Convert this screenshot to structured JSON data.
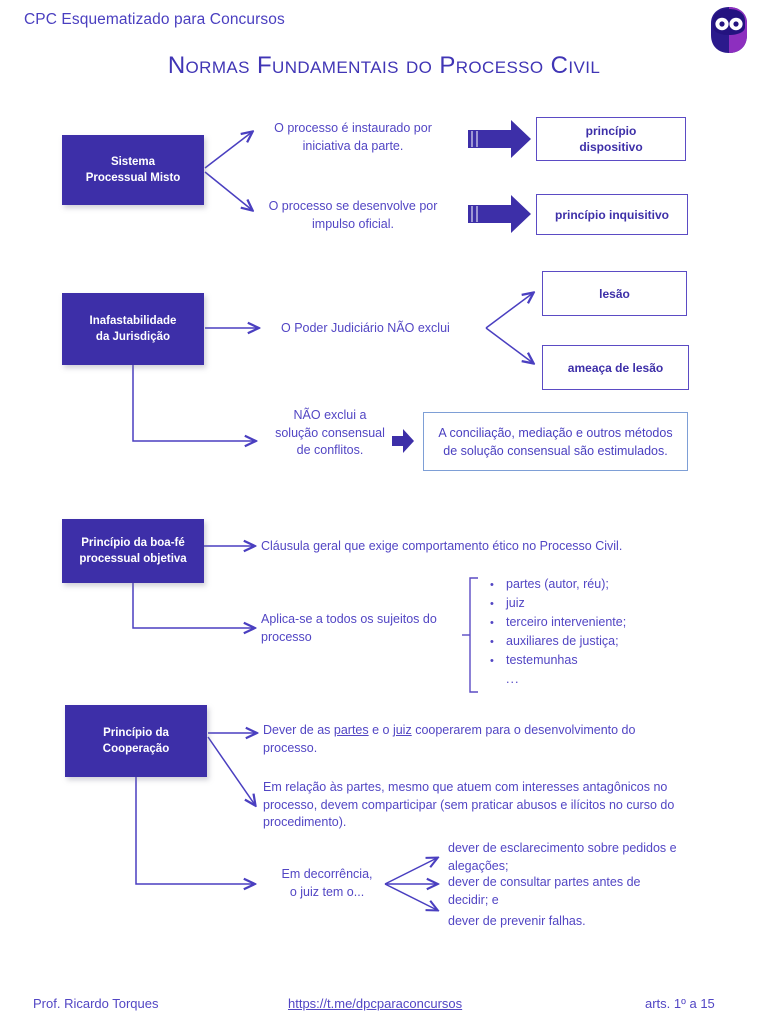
{
  "header": {
    "subtitle": "CPC Esquematizado para Concursos",
    "title": "Normas Fundamentais do Processo Civil",
    "logo_icon": "owl-logo-icon"
  },
  "colors": {
    "primary_purple": "#3d2fa8",
    "text_purple": "#5246c4",
    "box_border": "#5b4bc4",
    "light_box_border": "#7e9fd6",
    "title_purple": "#4035b5"
  },
  "sections": {
    "sistema": {
      "box_label": "Sistema\nProcessual Misto",
      "branch_top_text": "O processo é instaurado por iniciativa da parte.",
      "branch_bottom_text": "O processo se desenvolve por impulso oficial.",
      "result_top": "princípio\ndispositivo",
      "result_bottom": "princípio inquisitivo"
    },
    "inafastabilidade": {
      "box_label": "Inafastabilidade\nda Jurisdição",
      "main_text": "O Poder Judiciário NÃO exclui",
      "result_top": "lesão",
      "result_bottom": "ameaça de lesão",
      "second_text": "NÃO exclui a solução consensual de conflitos.",
      "second_result": "A conciliação, mediação e outros métodos de solução consensual são estimulados."
    },
    "boafe": {
      "box_label": "Princípio da boa-fé processual objetiva",
      "text_one": "Cláusula geral que exige comportamento ético no Processo Civil.",
      "text_two": "Aplica-se a todos os sujeitos do processo",
      "bullets": [
        "partes (autor, réu);",
        "juiz",
        "terceiro interveniente;",
        "auxiliares de justiça;",
        "testemunhas"
      ],
      "bullets_ellipsis": "..."
    },
    "cooperacao": {
      "box_label": "Princípio da\nCooperação",
      "text_one_pre": "Dever de as ",
      "text_one_u1": "partes",
      "text_one_mid": " e o ",
      "text_one_u2": "juiz",
      "text_one_post": " cooperarem para o desenvolvimento do processo.",
      "text_two": "Em relação às partes, mesmo que atuem com interesses antagônicos no processo, devem comparticipar (sem praticar abusos e ilícitos no curso do procedimento).",
      "text_three": "Em decorrência,\no juiz tem o...",
      "duties": [
        "dever de esclarecimento sobre pedidos e alegações;",
        "dever de consultar partes antes de decidir; e",
        "dever de prevenir falhas."
      ]
    }
  },
  "footer": {
    "author": "Prof. Ricardo Torques",
    "link": "https://t.me/dpcparaconcursos",
    "articles": "arts. 1º a 15"
  }
}
